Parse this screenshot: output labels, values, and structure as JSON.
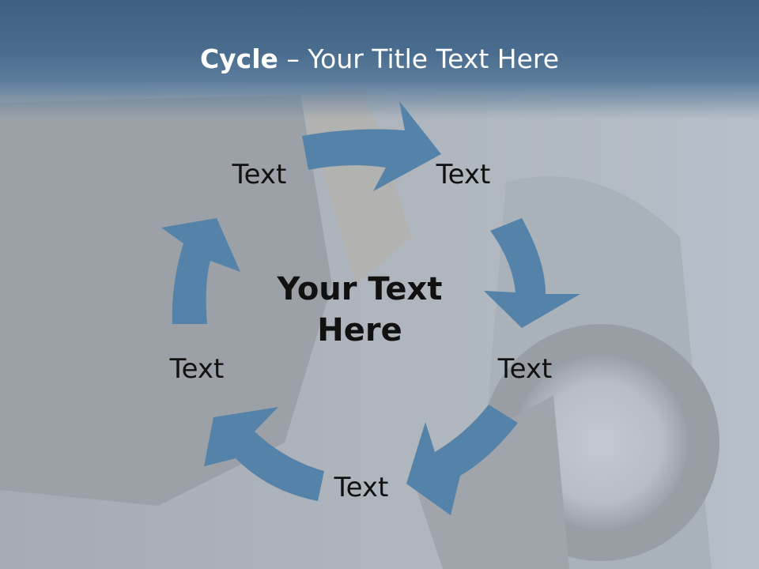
{
  "slide": {
    "title_bold": "Cycle",
    "title_rest": " – Your Title Text Here",
    "center_text_line1": "Your Text",
    "center_text_line2": "Here",
    "nodes": [
      "Text",
      "Text",
      "Text",
      "Text",
      "Text"
    ]
  },
  "colors": {
    "title_bar": "#3d5f80",
    "arrow": "#5582a8",
    "overlay": "#c8ced6"
  }
}
